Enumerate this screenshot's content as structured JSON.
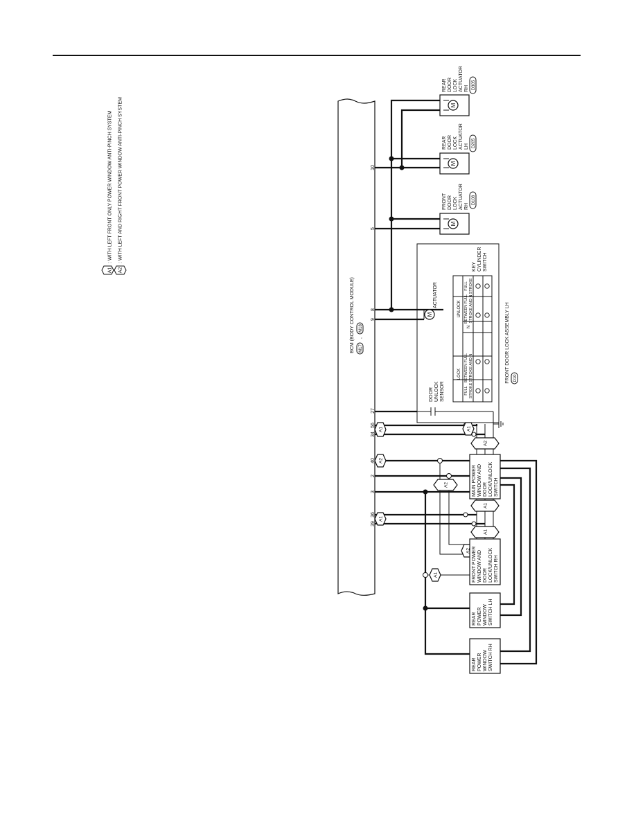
{
  "legend": [
    {
      "tag": "A1",
      "text": ": WITH LEFT FRONT ONLY POWER WINDOW ANTI-PINCH SYSTEM"
    },
    {
      "tag": "A2",
      "text": ": WITH LEFT AND RIGHT FRONT POWER WINDOW ANTI-PINCH SYSTEM"
    }
  ],
  "bcm": {
    "title": "BCM (BODY CONTROL MODULE)",
    "connectors": [
      "M17",
      "M18"
    ],
    "separator": ","
  },
  "pins": [
    "39",
    "36",
    "3",
    "2",
    "40",
    "34",
    "56",
    "27",
    "9",
    "8",
    "5",
    "10"
  ],
  "actuators": [
    {
      "lines": [
        "FRONT",
        "DOOR",
        "LOCK",
        "ACTUATOR",
        "RH"
      ],
      "connector": "D108"
    },
    {
      "lines": [
        "REAR",
        "DOOR",
        "LOCK",
        "ACTUATOR",
        "LH"
      ],
      "connector": "D205"
    },
    {
      "lines": [
        "REAR",
        "DOOR",
        "LOCK",
        "ACTUATOR",
        "RH"
      ],
      "connector": "D305"
    }
  ],
  "front_lock": {
    "title": "FRONT DOOR LOCK ASSEMBLY LH",
    "connector": "D10",
    "sensor_lines": [
      "DOOR",
      "UNLOCK",
      "SENSOR"
    ],
    "actuator_label": "ACTUATOR",
    "motor": "M",
    "key_cyl_lines": [
      "KEY",
      "CYLINDER",
      "SWITCH"
    ],
    "table": {
      "lock": "LOCK",
      "unlock": "UNLOCK",
      "n": "N",
      "cols": [
        [
          "FULL",
          "STROKE"
        ],
        [
          "BETWEEN FULL",
          "STROKE AND N"
        ],
        [
          "BETWEEN FULL",
          "STROKE AND N"
        ],
        [
          "FULL",
          "STROKE"
        ]
      ],
      "mark": "O"
    }
  },
  "switches": {
    "main": [
      "MAIN POWER",
      "WINDOW AND",
      "DOOR",
      "LOCK/UNLOCK",
      "SWITCH"
    ],
    "front_rh": [
      "FRONT POWER",
      "WINDOW AND",
      "DOOR",
      "LOCK/UNLOCK",
      "SWITCH RH"
    ],
    "rear_lh": [
      "REAR",
      "POWER",
      "WINDOW",
      "SWITCH LH"
    ],
    "rear_rh": [
      "REAR",
      "POWER",
      "WINDOW",
      "SWITCH RH"
    ]
  },
  "tags": {
    "a1": "A1",
    "a2": "A2"
  }
}
